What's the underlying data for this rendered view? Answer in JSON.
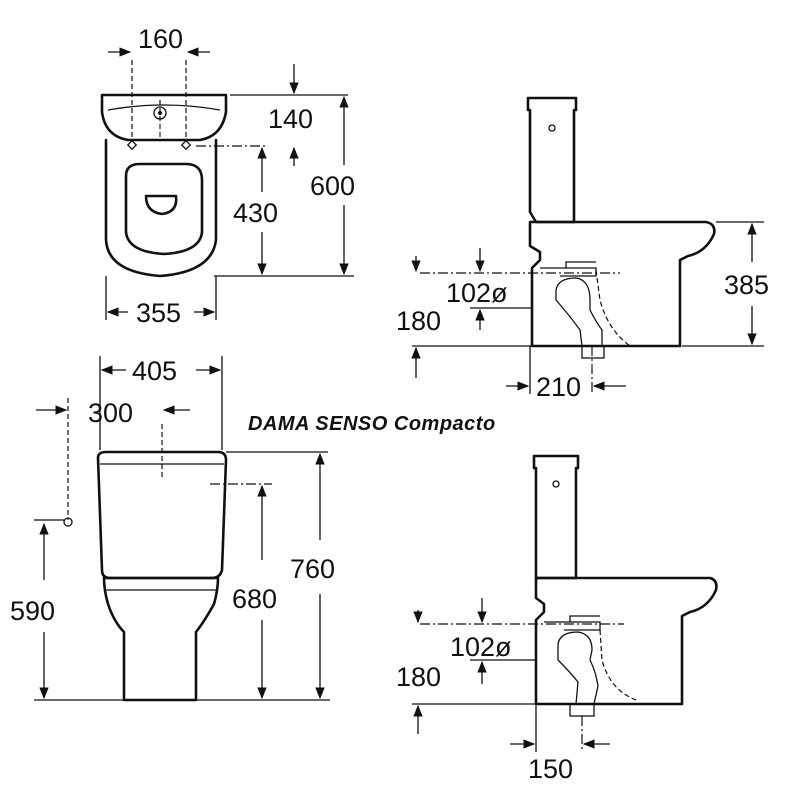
{
  "title": "DAMA SENSO Compacto",
  "top_view": {
    "dim_160": "160",
    "dim_140": "140",
    "dim_430": "430",
    "dim_600": "600",
    "dim_355": "355"
  },
  "side_view_top": {
    "dim_102": "102ø",
    "dim_180": "180",
    "dim_385": "385",
    "dim_210": "210"
  },
  "front_view": {
    "dim_405": "405",
    "dim_300": "300",
    "dim_590": "590",
    "dim_680": "680",
    "dim_760": "760"
  },
  "side_view_bottom": {
    "dim_102": "102ø",
    "dim_180": "180",
    "dim_150": "150"
  }
}
